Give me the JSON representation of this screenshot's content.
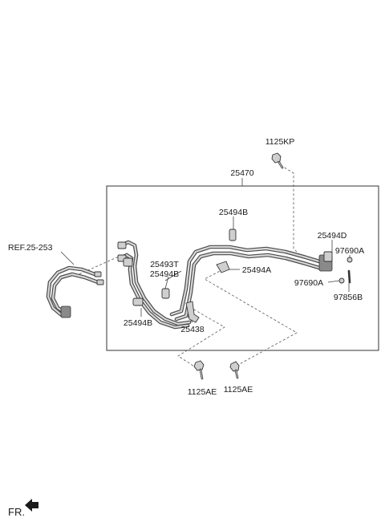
{
  "labels": {
    "top_bolt": "1125KP",
    "assembly": "25470",
    "clamp_upper": "25494B",
    "ref": "REF.25-253",
    "clamp_right": "25494D",
    "washer_right": "97690A",
    "hose_t": "25493T",
    "clamp_mid": "25494B",
    "clamp_a": "25494A",
    "washer_left": "97690A",
    "bracket_pin": "97856B",
    "clamp_lower": "25494B",
    "bracket": "25438",
    "bolt_left": "1125AE",
    "bolt_right": "1125AE",
    "front": "FR."
  }
}
